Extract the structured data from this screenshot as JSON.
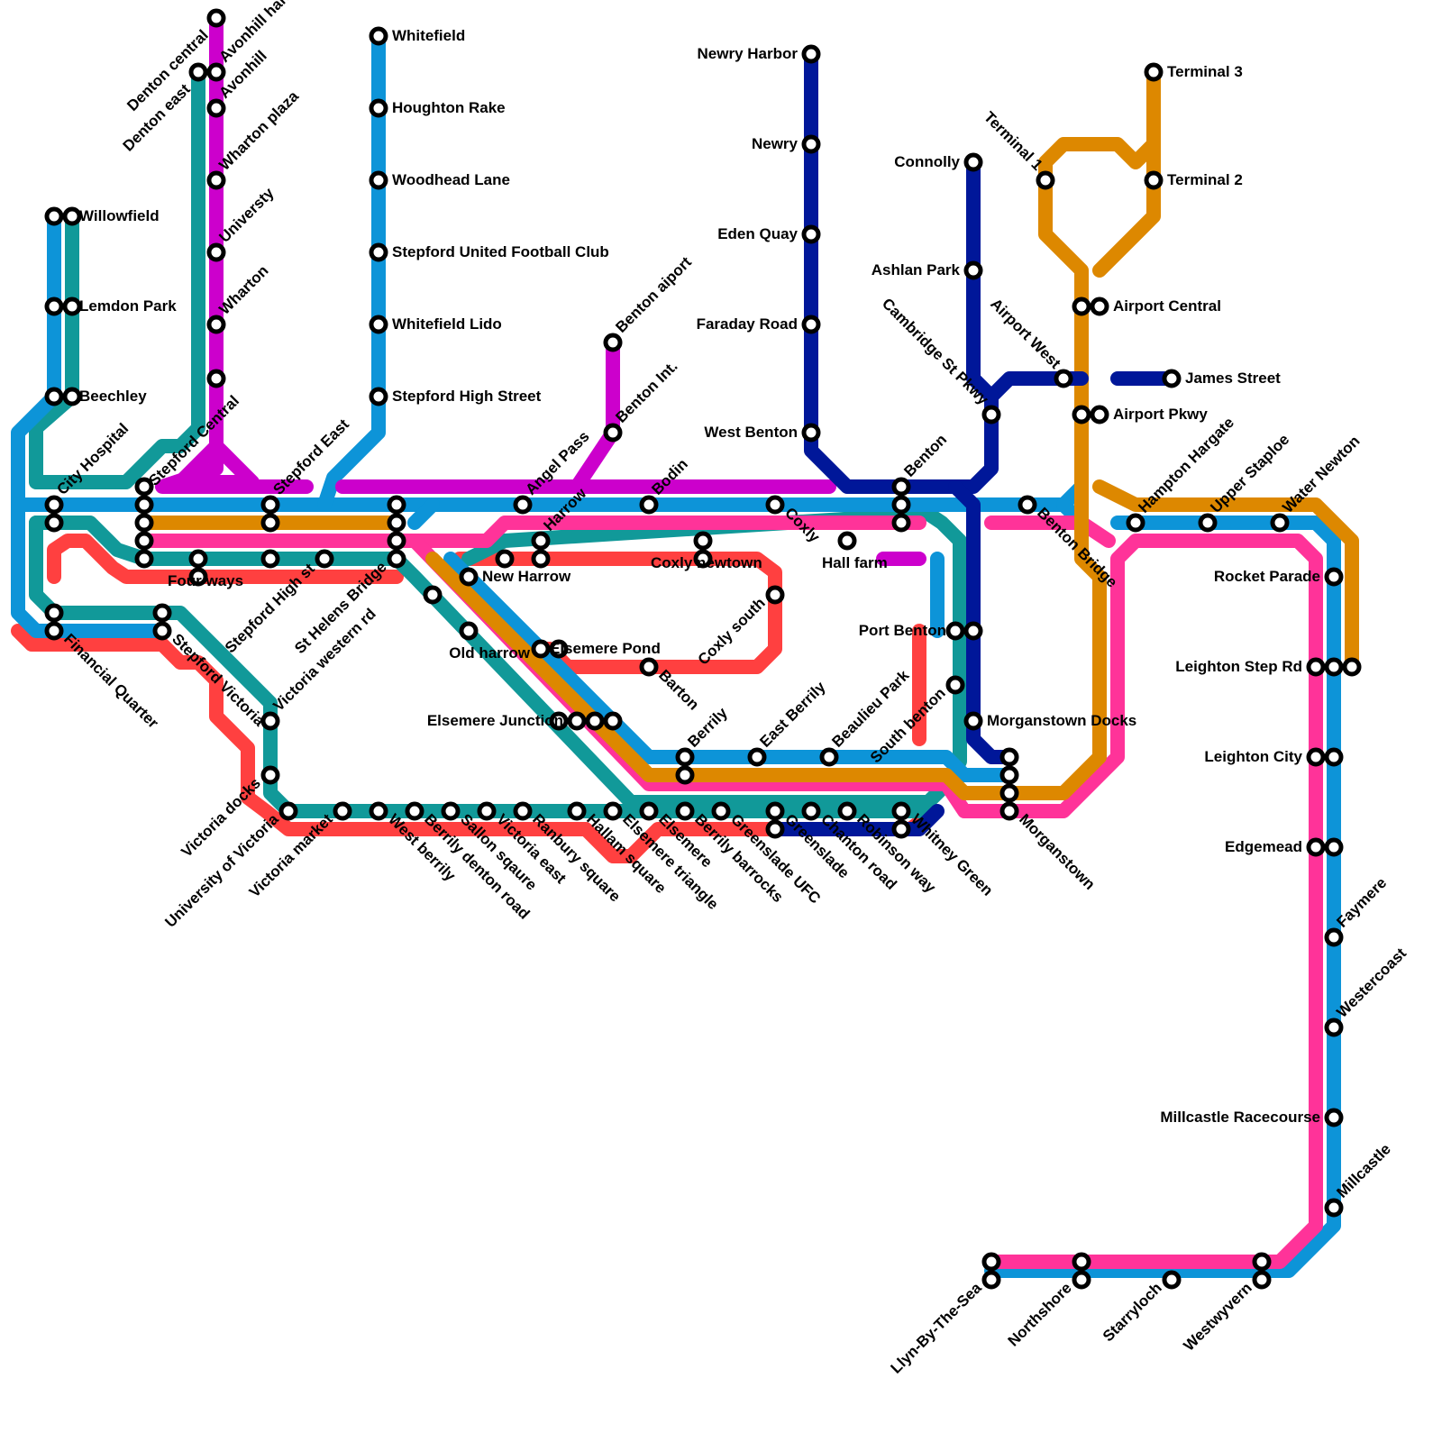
{
  "lines": [
    {
      "id": "red",
      "color": "#ff4040"
    },
    {
      "id": "teal",
      "color": "#119999"
    },
    {
      "id": "blue",
      "color": "#0d94d8"
    },
    {
      "id": "pink",
      "color": "#ff3399"
    },
    {
      "id": "orange",
      "color": "#dd8800"
    },
    {
      "id": "purple",
      "color": "#cc00cc"
    },
    {
      "id": "navy",
      "color": "#001799"
    }
  ],
  "stations": {
    "willowfield": "Willowfield",
    "lemdon_park": "Lemdon Park",
    "beechley": "Beechley",
    "city_hospital": "City Hospital",
    "financial_quarter": "Financial Quarter",
    "denton_central": "Denton central",
    "denton_east": "Denton east",
    "avonhill_harbour": "Avonhill harbour",
    "avonhill": "Avonhill",
    "wharton_plaza": "Wharton plaza",
    "universty": "Universty",
    "wharton": "Wharton",
    "stepford_central": "Stepford Central",
    "four_ways": "Four ways",
    "stepford_victoria": "Stepford Victoria",
    "stepford_east": "Stepford East",
    "stepford_high_st": "Stepford High st",
    "st_helens_bridge": "St Helens Bridge",
    "victoria_western_rd": "Victoria western rd",
    "victoria_docks": "Victoria docks",
    "university_of_victoria": "University of Victoria",
    "victoria_market": "Victoria market",
    "west_berrily": "West berrily",
    "berrily_denton_road": "Berrily denton road",
    "sallon_sqaure": "Sallon sqaure",
    "victoria_east": "Victoria east",
    "ranbury_square": "Ranbury square",
    "hallam_square": "Hallam square",
    "elsemere_triangle": "Elsemere triangle",
    "elsemere": "Elsemere",
    "berrily_barrocks": "Berrily barrocks",
    "greenslade_ufc": "Greenslade UFC",
    "greenslade": "Greenslade",
    "chanton_road": "Chanton road",
    "robinson_way": "Robinson way",
    "whitney_green": "Whitney Green",
    "morganstown": "Morganstown",
    "whitefield": "Whitefield",
    "houghton_rake": "Houghton Rake",
    "woodhead_lane": "Woodhead Lane",
    "stepford_united_fc": "Stepford United Football Club",
    "whitefield_lido": "Whitefield Lido",
    "stepford_high_street": "Stepford High Street",
    "angel_pass": "Angel Pass",
    "harrow": "Harrow",
    "new_harrow": "New Harrow",
    "old_harrow": "Old harrow",
    "elsemere_pond": "Elsemere Pond",
    "elsemere_junction": "Elsemere Junction",
    "barton": "Barton",
    "berrily": "Berrily",
    "east_berrily": "East Berrily",
    "beaulieu_park": "Beaulieu Park",
    "south_benton": "South benton",
    "port_benton": "Port Benton",
    "morganstown_docks": "Morganstown Docks",
    "benton_aiport": "Benton aiport",
    "benton_int": "Benton Int.",
    "bodin": "Bodin",
    "coxly": "Coxly",
    "coxly_newtown": "Coxly newtown",
    "coxly_south": "Coxly south",
    "hall_farm": "Hall farm",
    "newry_harbor": "Newry Harbor",
    "newry": "Newry",
    "eden_quay": "Eden Quay",
    "faraday_road": "Faraday Road",
    "west_benton": "West Benton",
    "benton": "Benton",
    "connolly": "Connolly",
    "ashlan_park": "Ashlan Park",
    "cambridge_st_pkwy": "Cambridge St Pkwy",
    "airport_west": "Airport West",
    "james_street": "James Street",
    "terminal_1": "Terminal 1",
    "terminal_2": "Terminal 2",
    "terminal_3": "Terminal 3",
    "airport_central": "Airport Central",
    "airport_pkwy": "Airport Pkwy",
    "benton_bridge": "Benton Bridge",
    "hampton_hargate": "Hampton Hargate",
    "upper_staploe": "Upper Staploe",
    "water_newton": "Water Newton",
    "rocket_parade": "Rocket Parade",
    "leighton_step_rd": "Leighton Step Rd",
    "leighton_city": "Leighton City",
    "edgemead": "Edgemead",
    "faymere": "Faymere",
    "westercoast": "Westercoast",
    "millcastle_racecourse": "Millcastle Racecourse",
    "millcastle": "Millcastle",
    "llyn_by_the_sea": "Llyn-By-The-Sea",
    "northshore": "Northshore",
    "starryloch": "Starryloch",
    "westwyvern": "Westwyvern"
  }
}
